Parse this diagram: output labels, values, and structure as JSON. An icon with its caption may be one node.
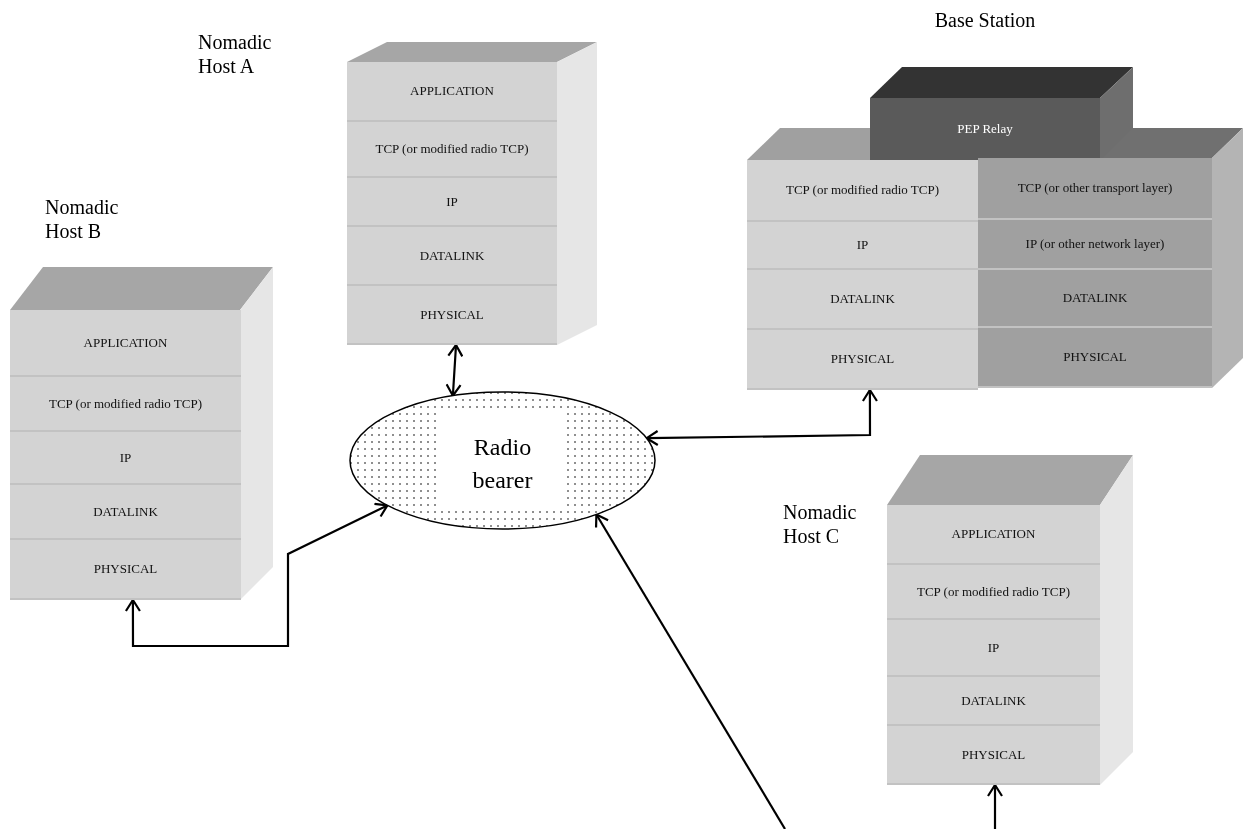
{
  "diagram": {
    "nodes": [
      {
        "text": [
          "Nomadic Host A"
        ]
      },
      {
        "text": [
          "APPLICATION"
        ],
        "in": 0
      },
      {
        "text": [
          "TCP (or modified radio TCP)"
        ],
        "in": 0
      },
      {
        "text": [
          "IP"
        ],
        "in": 0
      },
      {
        "text": [
          "DATALINK"
        ],
        "in": 0
      },
      {
        "text": [
          "PHYSICAL"
        ],
        "in": 0
      },
      {
        "text": [
          "Nomadic Host B"
        ]
      },
      {
        "text": [
          "APPLICATION"
        ],
        "in": 6
      },
      {
        "text": [
          "TCP (or modified radio TCP)"
        ],
        "in": 6
      },
      {
        "text": [
          "IP"
        ],
        "in": 6
      },
      {
        "text": [
          "DATALINK"
        ],
        "in": 6
      },
      {
        "text": [
          "PHYSICAL"
        ],
        "in": 6
      },
      {
        "text": [
          "Radio bearer"
        ]
      },
      {
        "text": [
          "Base Station"
        ]
      },
      {
        "text": [
          "PEP Relay"
        ],
        "in": 13
      },
      {
        "text": [
          "TCP (or modified radio TCP)"
        ],
        "in": 13
      },
      {
        "text": [
          "IP"
        ],
        "in": 13
      },
      {
        "text": [
          "DATALINK"
        ],
        "in": 13
      },
      {
        "text": [
          "PHYSICAL"
        ],
        "in": 13
      },
      {
        "text": [
          "TCP (or other transport layer)"
        ],
        "in": 13
      },
      {
        "text": [
          "IP (or other network layer)"
        ],
        "in": 13
      },
      {
        "text": [
          "DATALINK"
        ],
        "in": 13
      },
      {
        "text": [
          "PHYSICAL"
        ],
        "in": 13
      },
      {
        "text": [
          "Nomadic Host C"
        ]
      },
      {
        "text": [
          "APPLICATION"
        ],
        "in": 23
      },
      {
        "text": [
          "TCP (or modified radio TCP)"
        ],
        "in": 23
      },
      {
        "text": [
          "IP"
        ],
        "in": 23
      },
      {
        "text": [
          "DATALINK"
        ],
        "in": 23
      },
      {
        "text": [
          "PHYSICAL"
        ],
        "in": 23
      }
    ],
    "edges": [
      {
        "from": 5,
        "to": 12,
        "arrow": "both"
      },
      {
        "from": 11,
        "to": 12,
        "arrow": "both"
      },
      {
        "from": 18,
        "to": 12,
        "arrow": "both"
      },
      {
        "from": null,
        "to": 12,
        "arrow": "to"
      },
      {
        "from": null,
        "to": 28,
        "arrow": "to"
      }
    ]
  }
}
